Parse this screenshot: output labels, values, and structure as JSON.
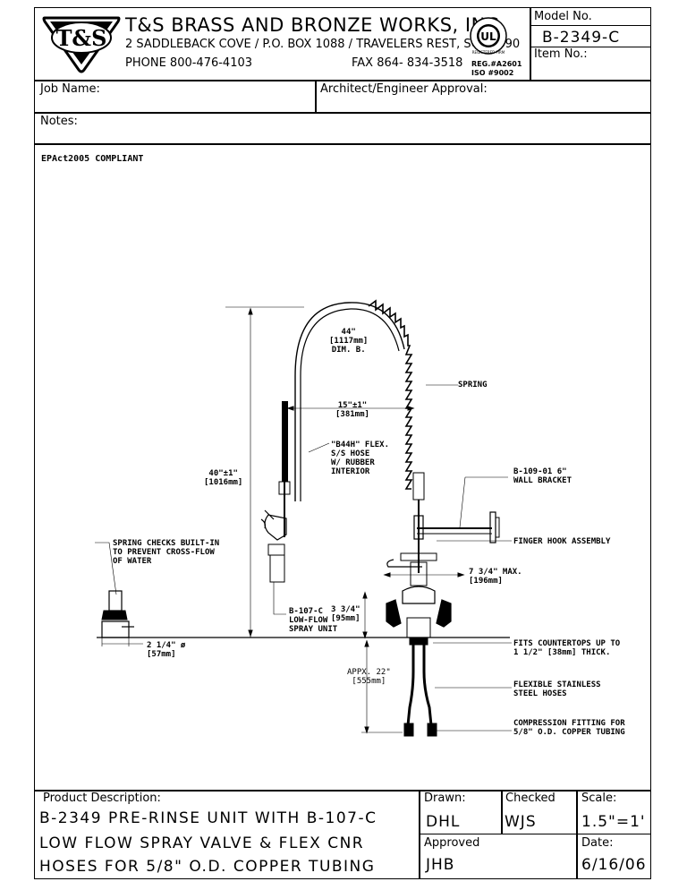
{
  "header": {
    "logo_text": "T&S",
    "company_name": "T&S BRASS AND BRONZE WORKS, INC.",
    "address": "2 SADDLEBACK COVE / P.O. BOX 1088 / TRAVELERS REST, SC 29690",
    "phone": "PHONE 800-476-4103",
    "fax": "FAX  864- 834-3518",
    "ul_mark": "UL",
    "ul_ring": "REGISTERED FIRM",
    "reg": "REG.#A2601",
    "iso": "ISO #9002",
    "model_label": "Model No.",
    "model_value": "B-2349-C",
    "item_label": "Item No.:"
  },
  "fields": {
    "job_name": "Job Name:",
    "architect": "Architect/Engineer Approval:",
    "notes": "Notes:"
  },
  "compliance": "EPAct2005 COMPLIANT",
  "callouts": {
    "dim_b": "44\"\n[1117mm]\nDIM. B.",
    "spring": "SPRING",
    "width_15": "15\"±1\"\n[381mm]",
    "hose": "\"B44H\" FLEX.\nS/S HOSE\nW/ RUBBER\nINTERIOR",
    "height_40": "40\"±1\"\n[1016mm]",
    "wall_bracket": "B-109-01 6\"\nWALL BRACKET",
    "spring_checks": "SPRING CHECKS BUILT-IN\nTO PREVENT CROSS-FLOW\nOF WATER",
    "finger_hook": "FINGER HOOK ASSEMBLY",
    "max_7": "7 3/4\" MAX.\n[196mm]",
    "spray_unit": "B-107-C\nLOW-FLOW\nSPRAY UNIT",
    "h_3_34": "3 3/4\"\n[95mm]",
    "dia_2_14": "2 1/4\" ø\n[57mm]",
    "countertop": "FITS COUNTERTOPS UP TO\n1 1/2\" [38mm] THICK.",
    "appx_22": "APPX. 22\"\n[555mm]",
    "flex_hoses": "FLEXIBLE STAINLESS\nSTEEL HOSES",
    "compression": "COMPRESSION FITTING FOR\n5/8\" O.D. COPPER TUBING"
  },
  "footer": {
    "desc_label": "Product Description:",
    "desc_line1": "B-2349 PRE-RINSE UNIT WITH B-107-C",
    "desc_line2": "LOW FLOW SPRAY VALVE & FLEX CNR",
    "desc_line3": "HOSES FOR 5/8\" O.D. COPPER TUBING",
    "drawn_label": "Drawn:",
    "drawn_value": "DHL",
    "checked_label": "Checked",
    "checked_value": "WJS",
    "scale_label": "Scale:",
    "scale_value": "1.5\"=1'",
    "approved_label": "Approved",
    "approved_value": "JHB",
    "date_label": "Date:",
    "date_value": "6/16/06"
  }
}
